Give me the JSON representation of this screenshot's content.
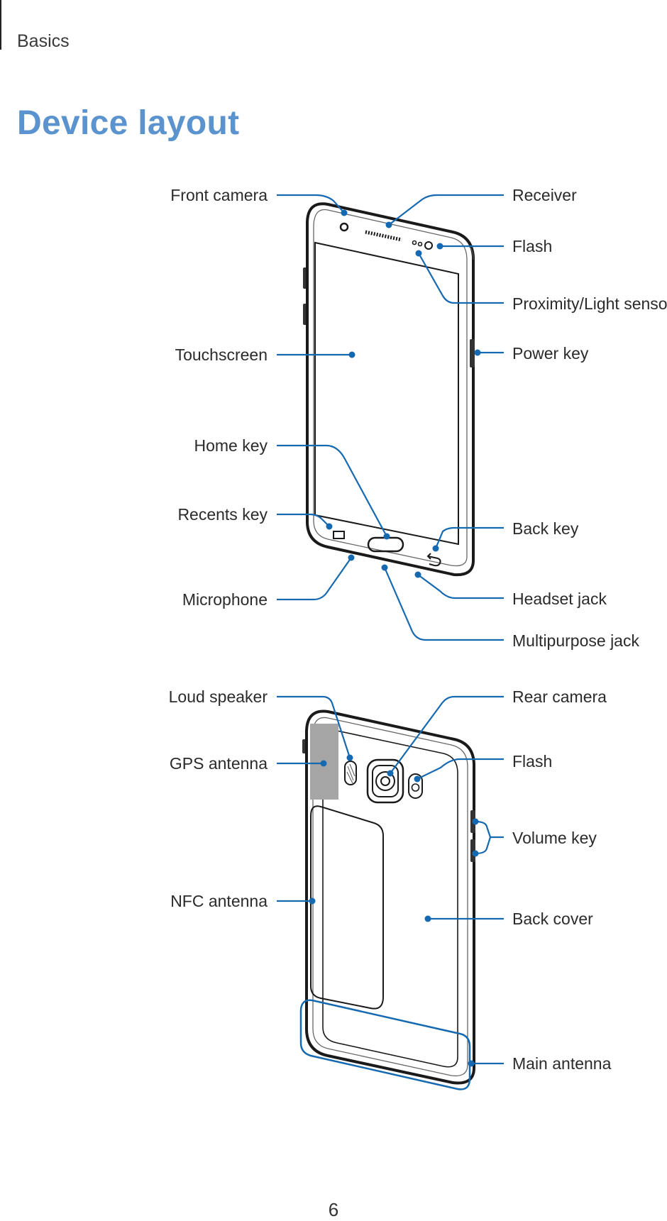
{
  "header": {
    "section": "Basics"
  },
  "title": "Device layout",
  "front_labels": {
    "front_camera": "Front camera",
    "receiver": "Receiver",
    "flash": "Flash",
    "proximity_light_sensor": "Proximity/Light sensor",
    "touchscreen": "Touchscreen",
    "power_key": "Power key",
    "home_key": "Home key",
    "recents_key": "Recents key",
    "back_key": "Back key",
    "microphone": "Microphone",
    "headset_jack": "Headset jack",
    "multipurpose_jack": "Multipurpose jack"
  },
  "back_labels": {
    "loud_speaker": "Loud speaker",
    "rear_camera": "Rear camera",
    "gps_antenna": "GPS antenna",
    "flash": "Flash",
    "volume_key": "Volume key",
    "nfc_antenna": "NFC antenna",
    "back_cover": "Back cover",
    "main_antenna": "Main antenna"
  },
  "colors": {
    "title": "#5b93cf",
    "leader": "#1569b0",
    "gps_area": "#a6a6a6"
  },
  "page_number": "6"
}
